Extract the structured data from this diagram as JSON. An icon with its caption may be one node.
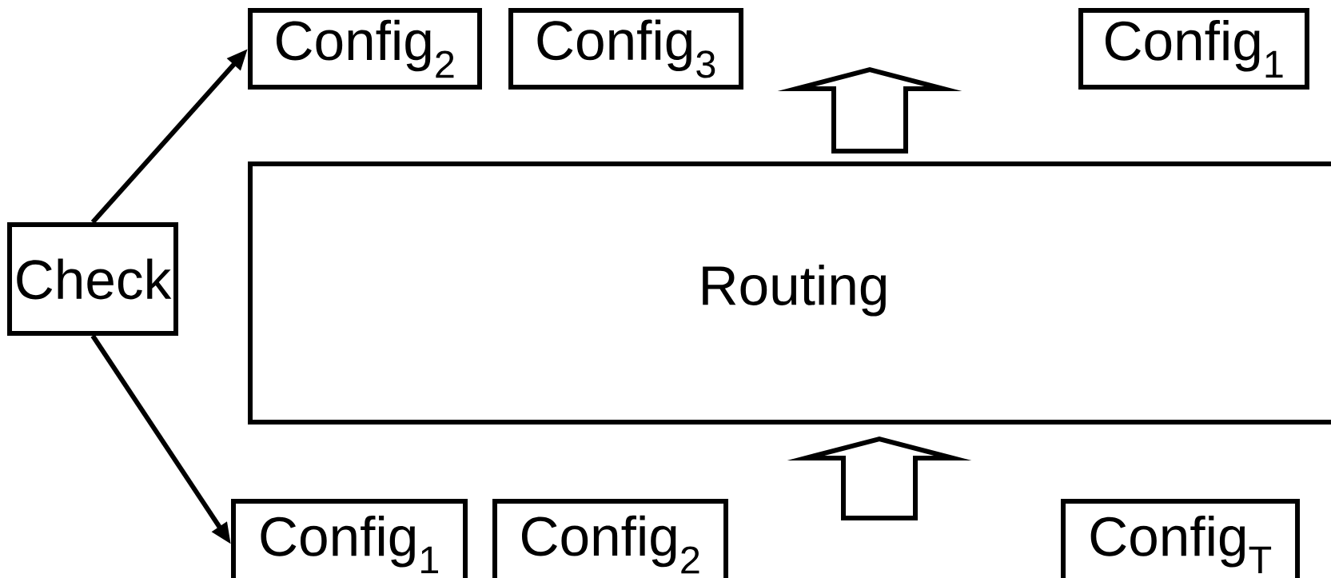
{
  "diagram": {
    "nodes": [
      {
        "text": [
          "Config$_{2}$"
        ]
      },
      {
        "text": [
          "Config$_{3}$"
        ]
      },
      {
        "text": [
          "Config$_{1}$"
        ]
      },
      {
        "text": [
          "Routing"
        ]
      },
      {
        "text": [
          "Check"
        ]
      },
      {
        "text": [
          "Config$_{1}$"
        ]
      },
      {
        "text": [
          "Config$_{2}$"
        ]
      },
      {
        "text": [
          "Config$_{T}$"
        ]
      }
    ],
    "edges": [
      {
        "from": 4,
        "to": 0,
        "arrow": "to"
      },
      {
        "from": 4,
        "to": 5,
        "arrow": "to"
      },
      {
        "from": 3,
        "to": null,
        "arrow": "to"
      },
      {
        "from": null,
        "to": 3,
        "arrow": "to"
      }
    ]
  }
}
